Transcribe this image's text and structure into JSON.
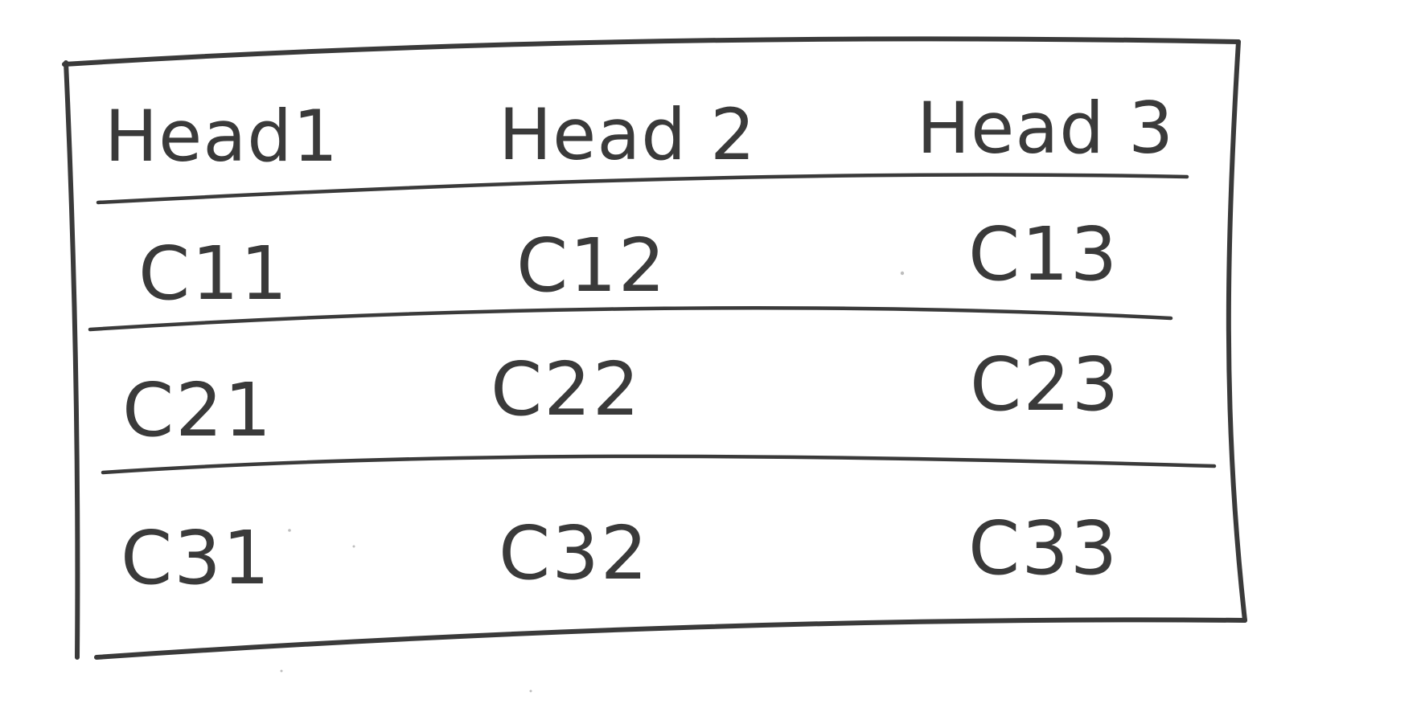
{
  "table": {
    "headers": [
      "Head1",
      "Head 2",
      "Head 3"
    ],
    "rows": [
      [
        "C11",
        "C12",
        "C13"
      ],
      [
        "C21",
        "C22",
        "C23"
      ],
      [
        "C31",
        "C32",
        "C33"
      ]
    ]
  },
  "colors": {
    "ink": "#3a3a3a",
    "paper": "#ffffff"
  }
}
